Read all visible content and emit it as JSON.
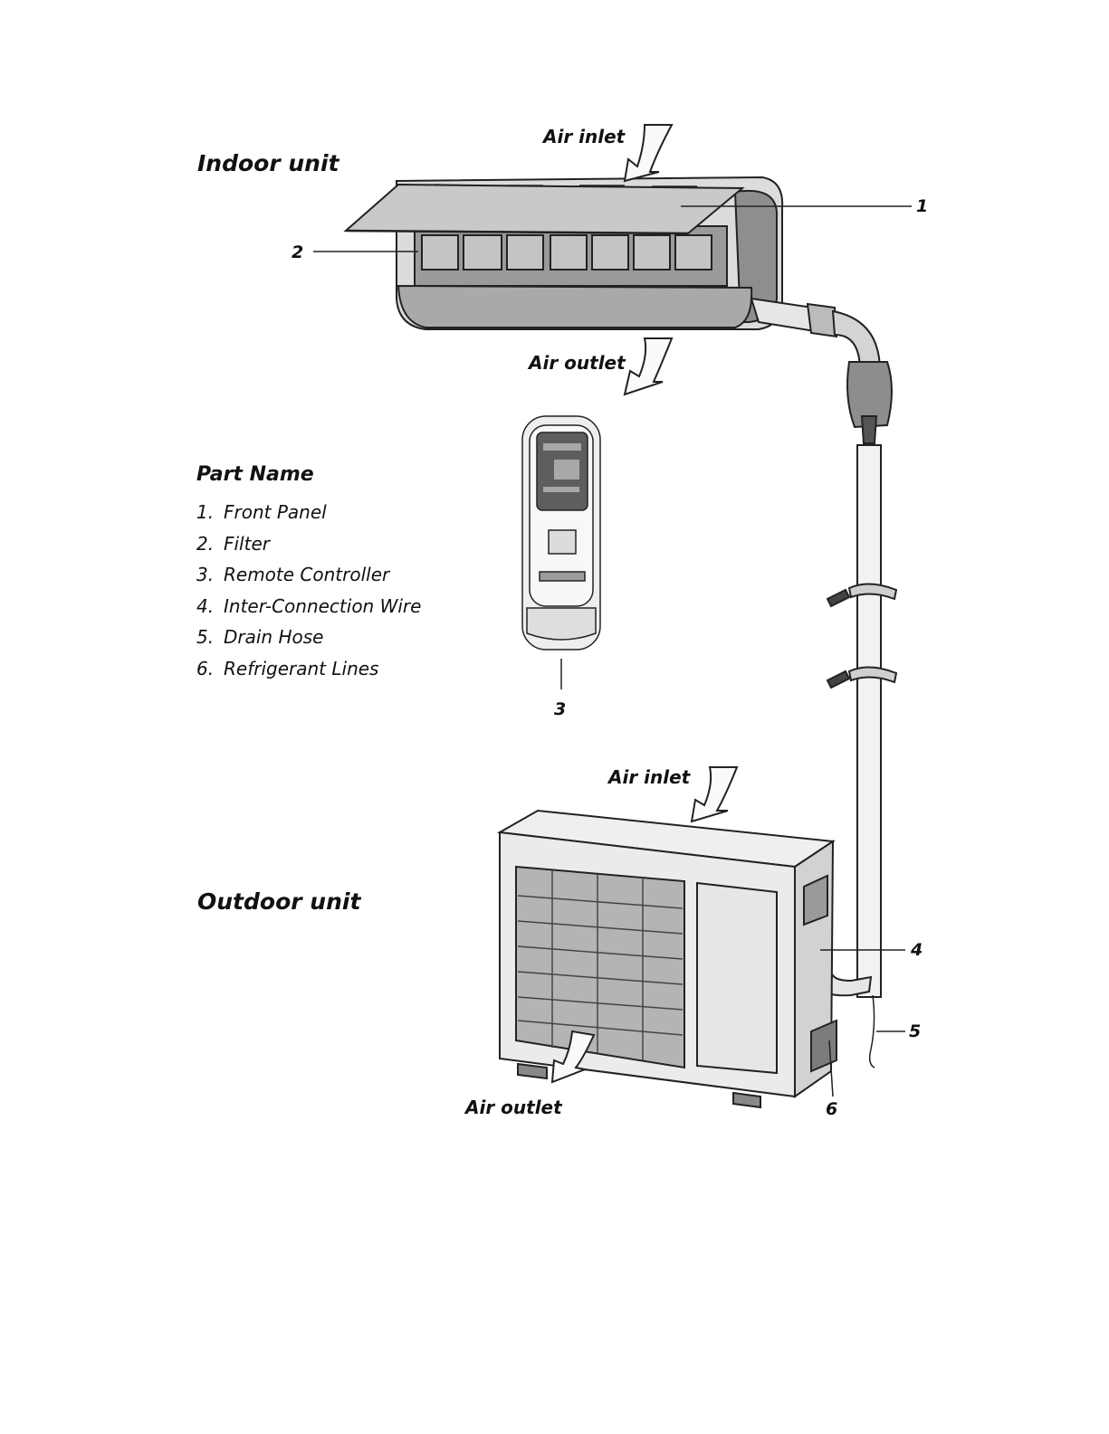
{
  "indoor": {
    "title": "Indoor unit",
    "air_inlet": "Air inlet",
    "air_outlet": "Air outlet"
  },
  "outdoor": {
    "title": "Outdoor unit",
    "air_inlet": "Air inlet",
    "air_outlet": "Air outlet"
  },
  "callouts": {
    "n1": "1",
    "n2": "2",
    "n3": "3",
    "n4": "4",
    "n5": "5",
    "n6": "6"
  },
  "parts": {
    "title": "Part Name",
    "items": [
      {
        "num": "1.",
        "name": "Front Panel"
      },
      {
        "num": "2.",
        "name": "Filter"
      },
      {
        "num": "3.",
        "name": "Remote Controller"
      },
      {
        "num": "4.",
        "name": "Inter-Connection Wire"
      },
      {
        "num": "5.",
        "name": "Drain Hose"
      },
      {
        "num": "6.",
        "name": "Refrigerant Lines"
      }
    ]
  },
  "colors": {
    "line": "#222222",
    "body": "#e9e9e9",
    "shade": "#b8b8b8",
    "dark": "#555555"
  }
}
